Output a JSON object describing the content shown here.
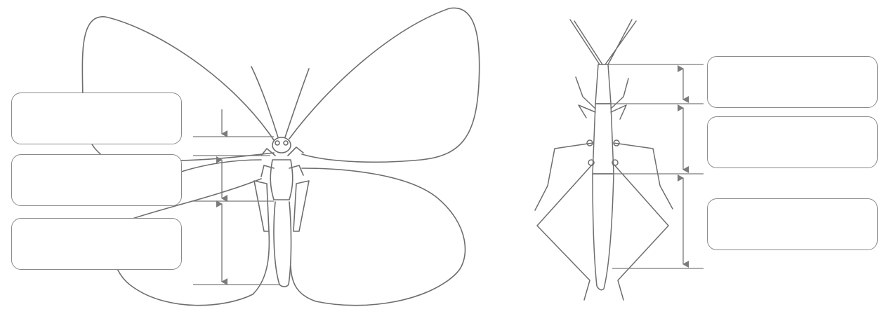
{
  "figures": [
    {
      "subject": "butterfly",
      "label_boxes": [
        {
          "id": "butterfly-label-box-1",
          "text": ""
        },
        {
          "id": "butterfly-label-box-2",
          "text": ""
        },
        {
          "id": "butterfly-label-box-3",
          "text": ""
        }
      ]
    },
    {
      "subject": "stick insect",
      "label_boxes": [
        {
          "id": "insect-label-box-1",
          "text": ""
        },
        {
          "id": "insect-label-box-2",
          "text": ""
        },
        {
          "id": "insect-label-box-3",
          "text": ""
        }
      ]
    }
  ],
  "colors": {
    "stroke": "#6e6e6e",
    "box_border": "#8a8a8a",
    "arrow": "#7a7a7a",
    "background": "#ffffff"
  }
}
